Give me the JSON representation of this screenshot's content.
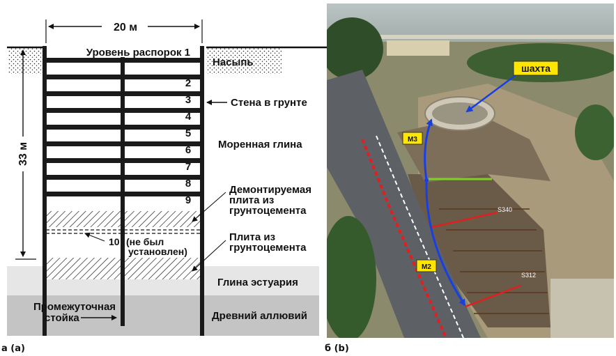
{
  "panel_a": {
    "width_label": "20 м",
    "depth_label": "33 м",
    "strut_level_label": "Уровень распорок 1",
    "strut_numbers": [
      "2",
      "3",
      "4",
      "5",
      "6",
      "7",
      "8",
      "9"
    ],
    "strut_10_label": "10",
    "strut_10_note_1": "(не был",
    "strut_10_note_2": "установлен)",
    "fill_label": "Насыпь",
    "wall_label": "Стена в грунте",
    "moraine_label": "Моренная глина",
    "sacrificial_slab_1": "Демонтируемая",
    "sacrificial_slab_2": "плита из",
    "sacrificial_slab_3": "грунтоцемента",
    "slab_1": "Плита из",
    "slab_2": "грунтоцемента",
    "estuarine_label": "Глина эстуария",
    "alluvium_label": "Древний аллювий",
    "king_post_1": "Промежуточная",
    "king_post_2": "стойка",
    "caption": "а (а)"
  },
  "panel_b": {
    "shaft_label": "шахта",
    "m3_label": "M3",
    "m2_label": "M2",
    "s340_label": "S340",
    "s312_label": "S312",
    "caption": "б (b)"
  },
  "colors": {
    "tag_yellow": "#ffe600",
    "arrow_blue": "#1a3fe0",
    "line_red": "#e02020",
    "line_green": "#7ed321",
    "wall_black": "#1a1a1a"
  }
}
